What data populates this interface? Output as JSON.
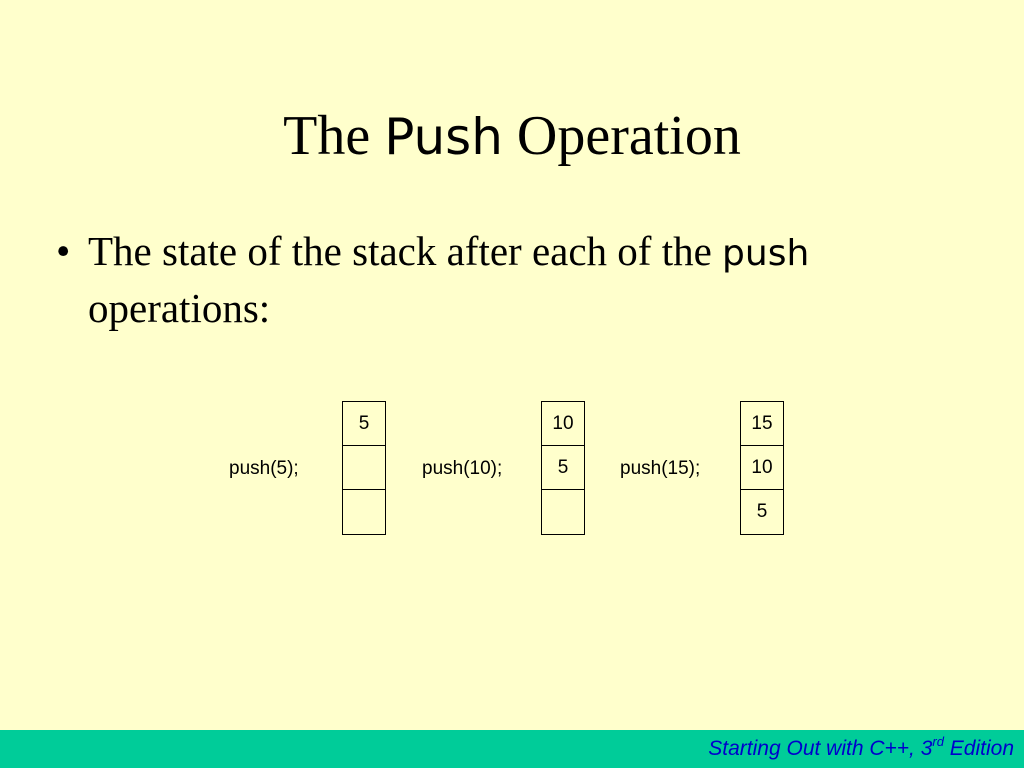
{
  "slide": {
    "title_part1": "The ",
    "title_part2": "Push",
    "title_part3": " Operation",
    "bullet_symbol": "•",
    "bullet_text_part1": "The state of the stack after each of the ",
    "bullet_text_part2": "push",
    "bullet_text_part3": " operations:"
  },
  "stacks": [
    {
      "label": "push(5);",
      "cells": [
        "5",
        "",
        ""
      ]
    },
    {
      "label": "push(10);",
      "cells": [
        "10",
        "5",
        ""
      ]
    },
    {
      "label": "push(15);",
      "cells": [
        "15",
        "10",
        "5"
      ]
    }
  ],
  "footer": {
    "text_main": "Starting Out with C++, 3",
    "text_sup": "rd",
    "text_end": " Edition",
    "background_color": "#00cc99",
    "text_color": "#0000cc"
  },
  "background_color": "#ffffcc"
}
